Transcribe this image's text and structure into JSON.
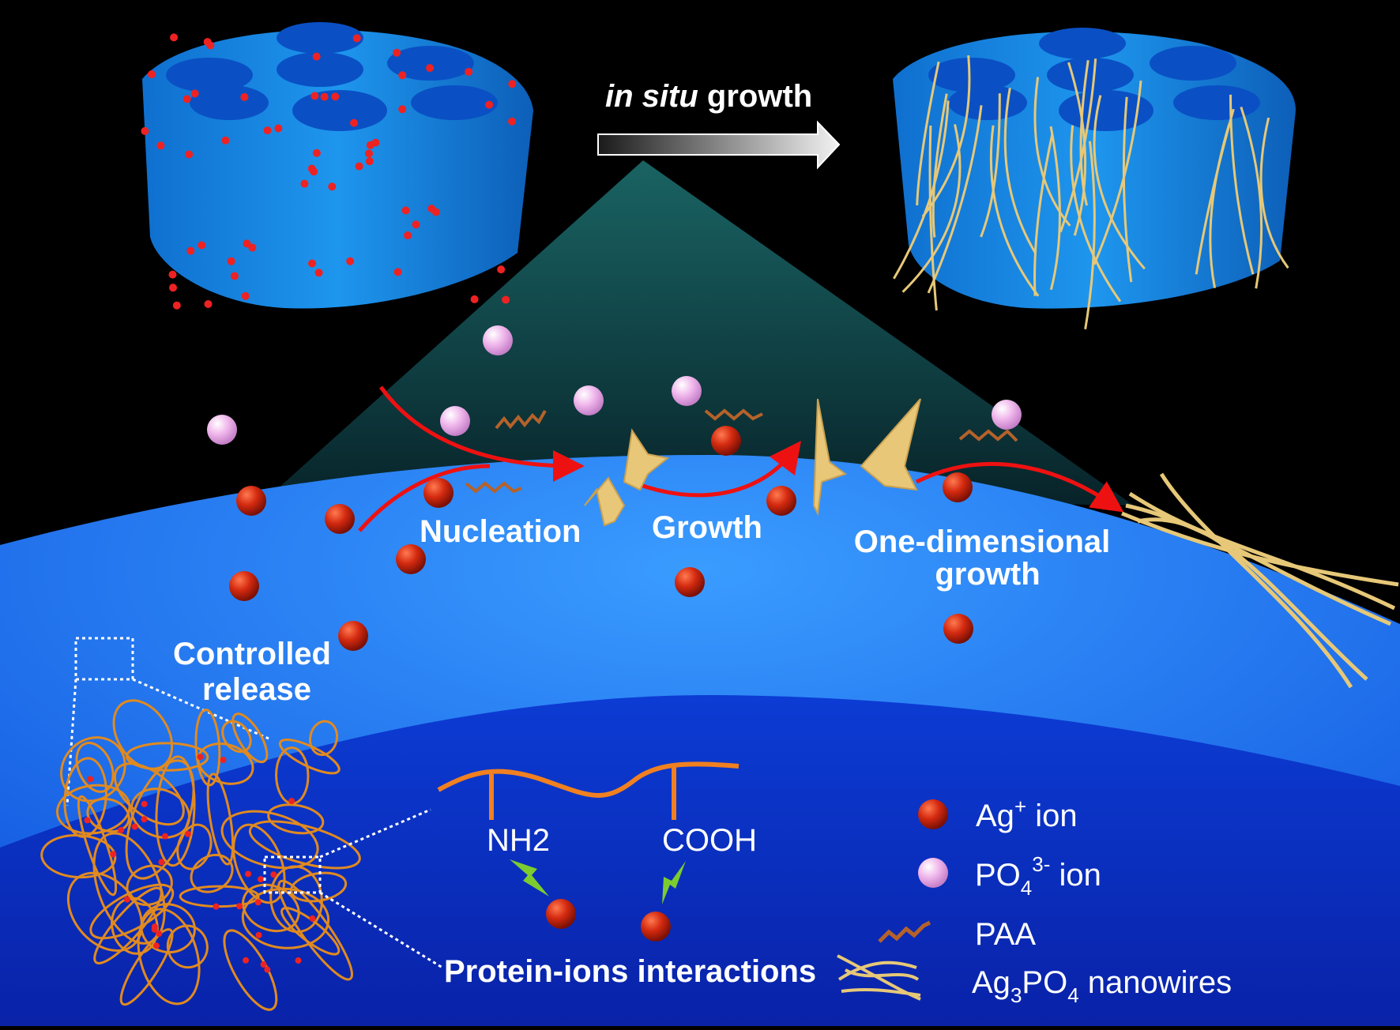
{
  "top": {
    "arrow_label_italic": "in situ",
    "arrow_label_rest": " growth"
  },
  "stages": {
    "nucleation": "Nucleation",
    "growth": "Growth",
    "one_dim_line1": "One-dimensional",
    "one_dim_line2": "growth"
  },
  "release": {
    "line1": "Controlled",
    "line2": "release"
  },
  "protein": {
    "group_left": "NH2",
    "group_right": "COOH",
    "caption": "Protein-ions interactions"
  },
  "legend": {
    "ag_base": "Ag",
    "ag_sup": "+",
    "ag_rest": " ion",
    "po_base": "PO",
    "po_sub": "4",
    "po_sup": "3-",
    "po_rest": " ion",
    "paa": "PAA",
    "nw_a": "Ag",
    "nw_sub1": "3",
    "nw_b": "PO",
    "nw_sub2": "4",
    "nw_rest": " nanowires"
  },
  "colors": {
    "background": "#000000",
    "scaffold_blue": "#1a8ae6",
    "dome_blue": "#1e6ff0",
    "inner_blue": "#0a2fc2",
    "ag_ion": "#d42a10",
    "po4_ion": "#f0b8ec",
    "nanowire": "#e6c878",
    "paa": "#b5622a",
    "arrow_red": "#ee1111",
    "protein_orange": "#f08020",
    "bolt_green": "#7ccc30"
  }
}
